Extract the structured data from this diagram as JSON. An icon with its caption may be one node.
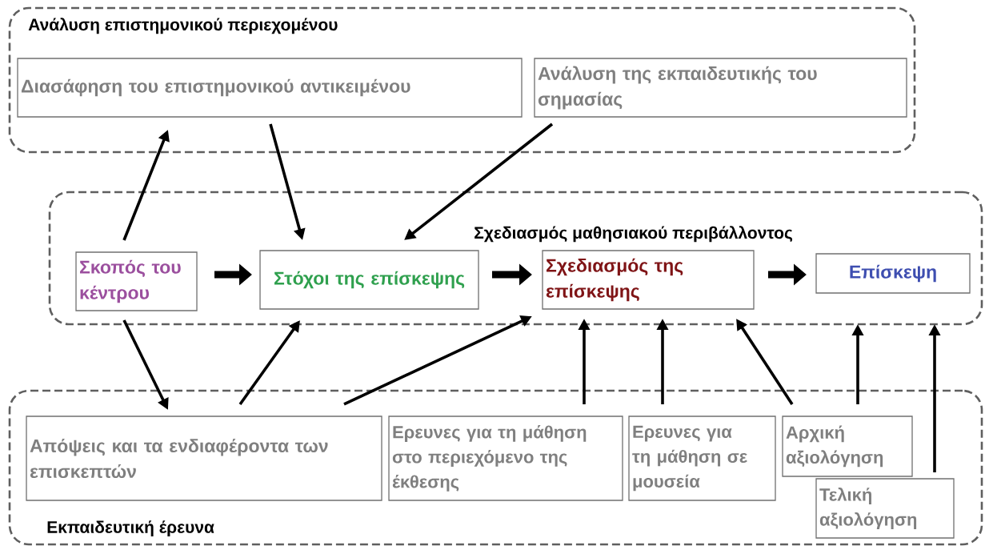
{
  "diagram": {
    "nodes": [
      {
        "text": [
          "Ανάλυση επιστημονικού περιεχομένου"
        ]
      },
      {
        "text": [
          "Διασάφηση του επιστημονικού αντικειμένου"
        ],
        "in": 0
      },
      {
        "text": [
          "Ανάλυση της εκπαιδευτικής του σημασίας"
        ],
        "in": 0
      },
      {
        "text": [
          "Σχεδιασμός μαθησιακού περιβάλλοντος"
        ]
      },
      {
        "text": [
          "Σκοπός του κέντρου"
        ],
        "in": 3
      },
      {
        "text": [
          "Στόχοι της επίσκεψης"
        ],
        "in": 3
      },
      {
        "text": [
          "Σχεδιασμός της επίσκεψης"
        ],
        "in": 3
      },
      {
        "text": [
          "Επίσκεψη"
        ],
        "in": 3
      },
      {
        "text": [
          "Εκπαιδευτική έρευνα"
        ]
      },
      {
        "text": [
          "Απόψεις και τα ενδιαφέροντα των επισκεπτών"
        ],
        "in": 8
      },
      {
        "text": [
          "Ερευνες για τη μάθηση στο περιεχόμενο της έκθεσης"
        ],
        "in": 8
      },
      {
        "text": [
          "Ερευνες για τη μάθηση σε μουσεία"
        ],
        "in": 8
      },
      {
        "text": [
          "Αρχική αξιολόγηση"
        ],
        "in": 8
      },
      {
        "text": [
          "Τελική αξιολόγηση"
        ],
        "in": 8
      }
    ],
    "edges": [
      {
        "from": 4,
        "to": 1,
        "arrow": "to"
      },
      {
        "from": 1,
        "to": 5,
        "arrow": "to"
      },
      {
        "from": 2,
        "to": 5,
        "arrow": "to"
      },
      {
        "from": 4,
        "to": 5,
        "arrow": "to",
        "style": "thick"
      },
      {
        "from": 5,
        "to": 6,
        "arrow": "to",
        "style": "thick"
      },
      {
        "from": 6,
        "to": 7,
        "arrow": "to",
        "style": "thick"
      },
      {
        "from": 4,
        "to": 9,
        "arrow": "to"
      },
      {
        "from": 9,
        "to": 5,
        "arrow": "to"
      },
      {
        "from": 9,
        "to": 6,
        "arrow": "to"
      },
      {
        "from": 10,
        "to": 6,
        "arrow": "to"
      },
      {
        "from": 11,
        "to": 6,
        "arrow": "to"
      },
      {
        "from": 12,
        "to": 6,
        "arrow": "to"
      },
      {
        "from": 12,
        "to": 7,
        "arrow": "to"
      },
      {
        "from": 13,
        "to": 7,
        "arrow": "to"
      }
    ]
  }
}
